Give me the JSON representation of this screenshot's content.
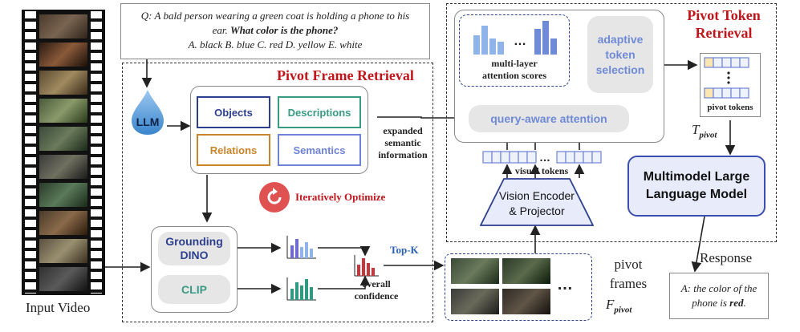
{
  "question": {
    "line1": "Q: A bald person wearing a green coat is holding a phone to his",
    "line2_plain": "ear. ",
    "line2_bold": "What color is the phone?",
    "line3": "A. black B. blue C. red D. yellow E. white"
  },
  "input_video_label": "Input Video",
  "pivot_frame_retrieval": {
    "title": "Pivot Frame Retrieval",
    "llm_label": "LLM",
    "categories": [
      "Objects",
      "Descriptions",
      "Relations",
      "Semantics"
    ],
    "expanded_info": [
      "expanded",
      "semantic",
      "information"
    ],
    "iterative_label": "Iteratively Optimize",
    "grounding_dino": [
      "Grounding",
      "DINO"
    ],
    "clip_label": "CLIP",
    "overall_confidence": [
      "overall",
      "confidence"
    ],
    "topk_label": "Top-K",
    "pivot_frames": [
      "pivot",
      "frames"
    ],
    "f_pivot_main": "F",
    "f_pivot_sub": "pivot"
  },
  "pivot_token_retrieval": {
    "title_line1": "Pivot Token",
    "title_line2": "Retrieval",
    "attention_scores": [
      "multi-layer",
      "attention scores"
    ],
    "adaptive_selection": [
      "adaptive",
      "token",
      "selection"
    ],
    "query_aware": "query-aware attention",
    "visual_tokens": "visual tokens",
    "vision_encoder": [
      "Vision Encoder",
      "& Projector"
    ],
    "pivot_tokens_label": "pivot tokens",
    "t_pivot_main": "T",
    "t_pivot_sub": "pivot"
  },
  "mllm": [
    "Multimodel Large",
    "Language Model"
  ],
  "response_label": "Response",
  "answer": {
    "line1": "A: the color of the",
    "line2_plain": "phone is ",
    "line2_bold": "red",
    "line2_end": "."
  },
  "colors": {
    "objects": "#2d3f8f",
    "descriptions": "#3a9b85",
    "relations": "#c9852a",
    "semantics": "#6f83d6",
    "title_red": "#c0161b",
    "topk_blue": "#2a62b8",
    "mllm_fill": "#e8ebfa",
    "mllm_border": "#3c4fb0",
    "bars_blue": "#8fb4ea",
    "bars_purple": "#6f6ad1",
    "bars_teal": "#2f9a82",
    "bars_red": "#c8363c",
    "llm_drop": "#4f97d6",
    "optimize_red": "#e05252"
  }
}
